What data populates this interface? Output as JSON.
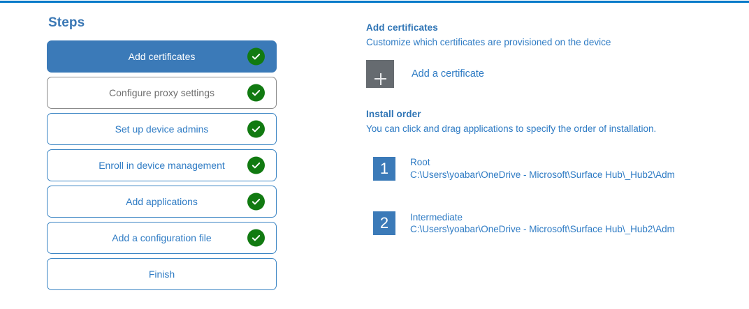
{
  "accent_color": "#0078c8",
  "theme": {
    "primary_blue": "#3b7ab8",
    "link_blue": "#2e7bc4",
    "heading_blue": "#2e74b5",
    "check_green": "#117a11",
    "tile_gray": "#666b70",
    "muted_gray": "#6e6e6e"
  },
  "steps": {
    "title": "Steps",
    "items": [
      {
        "label": "Add certificates",
        "state": "active",
        "completed": true,
        "icon": "check-circle-icon"
      },
      {
        "label": "Configure proxy settings",
        "state": "muted",
        "completed": true,
        "icon": "check-circle-icon"
      },
      {
        "label": "Set up device admins",
        "state": "normal",
        "completed": true,
        "icon": "check-circle-icon"
      },
      {
        "label": "Enroll in device management",
        "state": "normal",
        "completed": true,
        "icon": "check-circle-icon"
      },
      {
        "label": "Add applications",
        "state": "normal",
        "completed": true,
        "icon": "check-circle-icon"
      },
      {
        "label": "Add a configuration file",
        "state": "normal",
        "completed": true,
        "icon": "check-circle-icon"
      },
      {
        "label": "Finish",
        "state": "normal",
        "completed": false,
        "icon": ""
      }
    ]
  },
  "detail": {
    "title": "Add certificates",
    "subtitle": "Customize which certificates are provisioned on the device",
    "add_certificate": {
      "label": "Add a certificate",
      "icon": "plus-icon"
    },
    "install_order": {
      "title": "Install order",
      "subtitle": "You can click and drag applications to specify the order of installation.",
      "items": [
        {
          "number": "1",
          "name": "Root",
          "path": "C:\\Users\\yoabar\\OneDrive - Microsoft\\Surface Hub\\_Hub2\\Adm"
        },
        {
          "number": "2",
          "name": "Intermediate",
          "path": "C:\\Users\\yoabar\\OneDrive - Microsoft\\Surface Hub\\_Hub2\\Adm"
        }
      ]
    }
  }
}
